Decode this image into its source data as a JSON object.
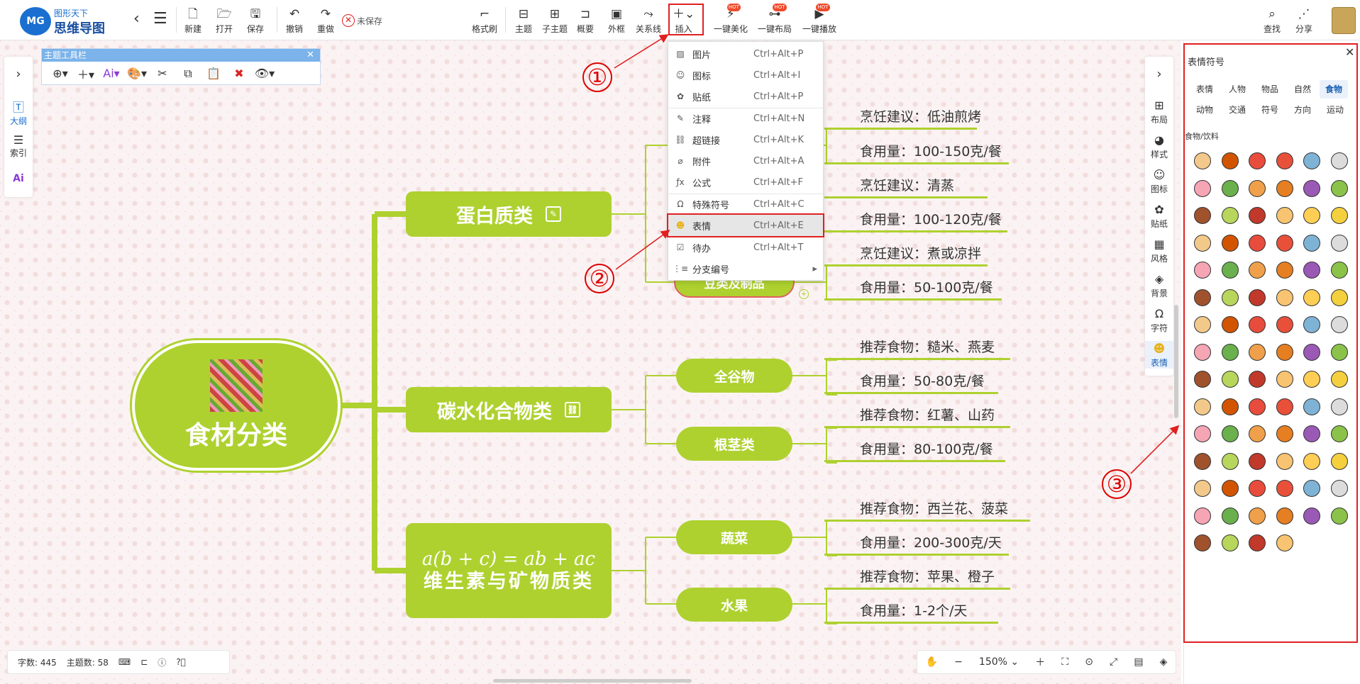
{
  "app": {
    "logo_mark": "MG",
    "logo_line1": "图形天下",
    "logo_line2": "思维导图",
    "unsaved": "未保存"
  },
  "toolbar": {
    "new": "新建",
    "open": "打开",
    "save": "保存",
    "undo": "撤销",
    "redo": "重做",
    "format_brush": "格式刷",
    "topic": "主题",
    "subtopic": "子主题",
    "summary": "概要",
    "frame": "外框",
    "relation": "关系线",
    "insert": "插入",
    "beautify": "一键美化",
    "layout": "一键布局",
    "play": "一键播放",
    "hot": "HOT",
    "search": "查找",
    "share": "分享"
  },
  "left_panel": {
    "outline": "大纲",
    "index": "索引",
    "ai": "Ai"
  },
  "topic_toolbar": {
    "title": "主题工具栏"
  },
  "mindmap": {
    "central": "食材分类",
    "protein": "蛋白质类",
    "carb": "碳水化合物类",
    "vitamin_formula": "a(b + c) = ab + ac",
    "vitamin": "维生素与矿物质类",
    "hidden_node": "豆类及制品",
    "whole_grain": "全谷物",
    "tuber": "根茎类",
    "vegetable": "蔬菜",
    "fruit": "水果",
    "leaves": [
      "烹饪建议：低油煎烤",
      "食用量：100-150克/餐",
      "烹饪建议：清蒸",
      "食用量：100-120克/餐",
      "烹饪建议：煮或凉拌",
      "食用量：50-100克/餐",
      "推荐食物：糙米、燕麦",
      "食用量：50-80克/餐",
      "推荐食物：红薯、山药",
      "食用量：80-100克/餐",
      "推荐食物：西兰花、菠菜",
      "食用量：200-300克/天",
      "推荐食物：苹果、橙子",
      "食用量：1-2个/天"
    ]
  },
  "insert_menu": [
    {
      "label": "图片",
      "shortcut": "Ctrl+Alt+P",
      "icon": "image-icon"
    },
    {
      "label": "图标",
      "shortcut": "Ctrl+Alt+I",
      "icon": "smile-icon"
    },
    {
      "label": "贴纸",
      "shortcut": "Ctrl+Alt+P",
      "icon": "sticker-icon"
    },
    {
      "label": "注释",
      "shortcut": "Ctrl+Alt+N",
      "icon": "note-icon"
    },
    {
      "label": "超链接",
      "shortcut": "Ctrl+Alt+K",
      "icon": "link-icon"
    },
    {
      "label": "附件",
      "shortcut": "Ctrl+Alt+A",
      "icon": "attachment-icon"
    },
    {
      "label": "公式",
      "shortcut": "Ctrl+Alt+F",
      "icon": "formula-icon"
    },
    {
      "label": "特殊符号",
      "shortcut": "Ctrl+Alt+C",
      "icon": "omega-icon"
    },
    {
      "label": "表情",
      "shortcut": "Ctrl+Alt+E",
      "icon": "emoji-icon"
    },
    {
      "label": "待办",
      "shortcut": "Ctrl+Alt+T",
      "icon": "checkbox-icon"
    },
    {
      "label": "分支编号",
      "shortcut": "",
      "icon": "numbered-list-icon"
    }
  ],
  "right_bar": [
    "布局",
    "样式",
    "图标",
    "贴纸",
    "风格",
    "背景",
    "字符",
    "表情"
  ],
  "emoji_panel": {
    "title": "表情符号",
    "categories": [
      "表情",
      "人物",
      "物品",
      "自然",
      "食物",
      "动物",
      "交通",
      "符号",
      "方向",
      "运动"
    ],
    "active_category": "食物",
    "subheading": "食物/饮料",
    "colors": [
      "#f3c98b",
      "#b7d65b",
      "#f0a04b",
      "#e8503a",
      "#ffce54",
      "#8bc34a",
      "#f6a5b5",
      "#d35400",
      "#c0392b",
      "#e67e22",
      "#7fb3d5",
      "#f4d03f",
      "#a0522d",
      "#6ab04c",
      "#e74c3c",
      "#f8c471",
      "#9b59b6",
      "#dcdcdc"
    ],
    "count": 88
  },
  "status": {
    "chars": "字数: 445",
    "topics": "主题数: 58",
    "zoom": "150%"
  },
  "annotations": [
    "①",
    "②",
    "③"
  ]
}
